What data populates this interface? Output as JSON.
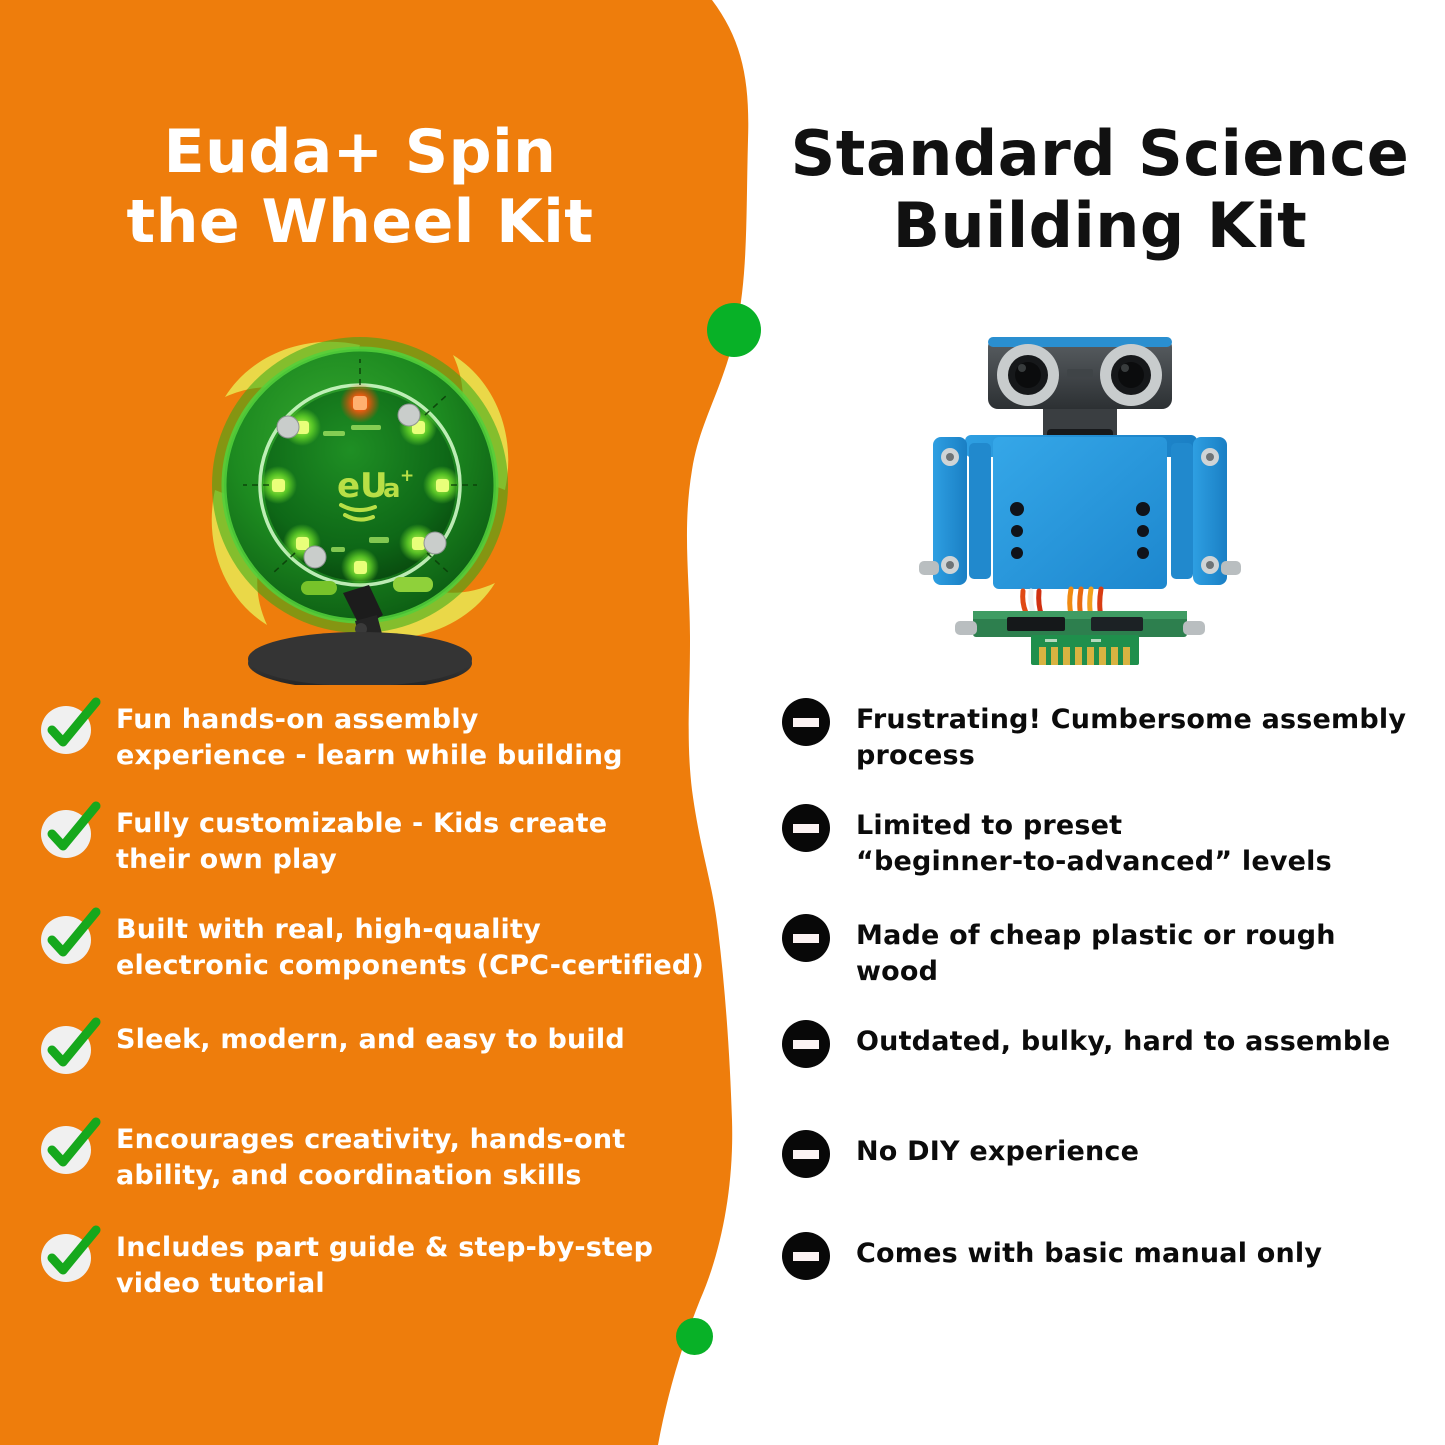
{
  "colors": {
    "orange_panel": "#EE7D0C",
    "background": "#FFFFFF",
    "accent_dot_green": "#08B127",
    "check_green": "#16A81C",
    "check_circle": "#F0F0F0",
    "minus_black": "#080808",
    "minus_bar": "#FCF3F3",
    "left_title_text": "#FFFFFF",
    "right_title_text": "#111111"
  },
  "left_column": {
    "title_lines": [
      "Euda+ Spin",
      "the Wheel Kit"
    ],
    "product_image_alt": "Euda+ spin-the-wheel LED pinwheel kit on black stand",
    "bullet_icon": "check-circle-icon",
    "bullets": [
      {
        "lines": [
          "Fun hands-on assembly",
          "experience  -  learn while building"
        ]
      },
      {
        "lines": [
          "Fully customizable  -  Kids create",
          "their own play"
        ]
      },
      {
        "lines": [
          "Built with real,  high-quality",
          "electronic components (CPC-certified)"
        ]
      },
      {
        "lines": [
          "Sleek,  modern,  and easy to build"
        ]
      },
      {
        "lines": [
          "Encourages creativity,  hands-ont",
          "ability,  and coordination skills"
        ]
      },
      {
        "lines": [
          "Includes part guide & step-by-step",
          " video tutorial"
        ]
      }
    ]
  },
  "right_column": {
    "title_lines": [
      "Standard Science",
      "Building Kit"
    ],
    "product_image_alt": "Blue metal robot science building kit with ultrasonic sensor head",
    "bullet_icon": "minus-circle-icon",
    "bullets": [
      {
        "lines": [
          "Frustrating! Cumbersome assembly",
          "process"
        ]
      },
      {
        "lines": [
          "Limited to preset",
          "“beginner-to-advanced” levels"
        ]
      },
      {
        "lines": [
          "Made of cheap plastic or rough wood"
        ]
      },
      {
        "lines": [
          "Outdated,  bulky,  hard to assemble"
        ]
      },
      {
        "lines": [
          "No DIY experience"
        ]
      },
      {
        "lines": [
          " Comes with basic manual only"
        ]
      }
    ]
  },
  "decorations": {
    "dot_top": "green-accent-dot",
    "dot_bottom": "green-accent-dot"
  }
}
